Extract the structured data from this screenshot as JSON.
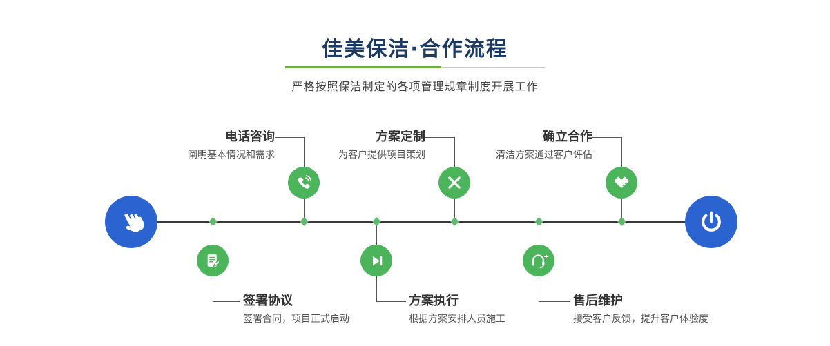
{
  "header": {
    "title": "佳美保洁·合作流程",
    "subtitle": "严格按照保洁制定的各项管理规章制度开展工作"
  },
  "flow": {
    "start": {
      "icon": "hand-pointer-icon"
    },
    "end": {
      "icon": "power-icon"
    },
    "steps_top": [
      {
        "title": "电话咨询",
        "desc": "阐明基本情况和需求",
        "icon": "phone-icon"
      },
      {
        "title": "方案定制",
        "desc": "为客户提供项目策划",
        "icon": "design-tools-icon"
      },
      {
        "title": "确立合作",
        "desc": "清洁方案通过客户评估",
        "icon": "handshake-icon"
      }
    ],
    "steps_bottom": [
      {
        "title": "签署协议",
        "desc": "签署合同，项目正式启动",
        "icon": "contract-pen-icon"
      },
      {
        "title": "方案执行",
        "desc": "根据方案安排人员施工",
        "icon": "play-next-icon"
      },
      {
        "title": "售后维护",
        "desc": "接受客户反馈，提升客户体验度",
        "icon": "headset-support-icon"
      }
    ]
  },
  "palette": {
    "title_navy": "#1b3a66",
    "step_green": "#4cb55c",
    "node_blue": "#2b63d1",
    "underline_green": "#6fae3f",
    "underline_gray": "#c6c6c6",
    "line_dark": "#383838"
  }
}
